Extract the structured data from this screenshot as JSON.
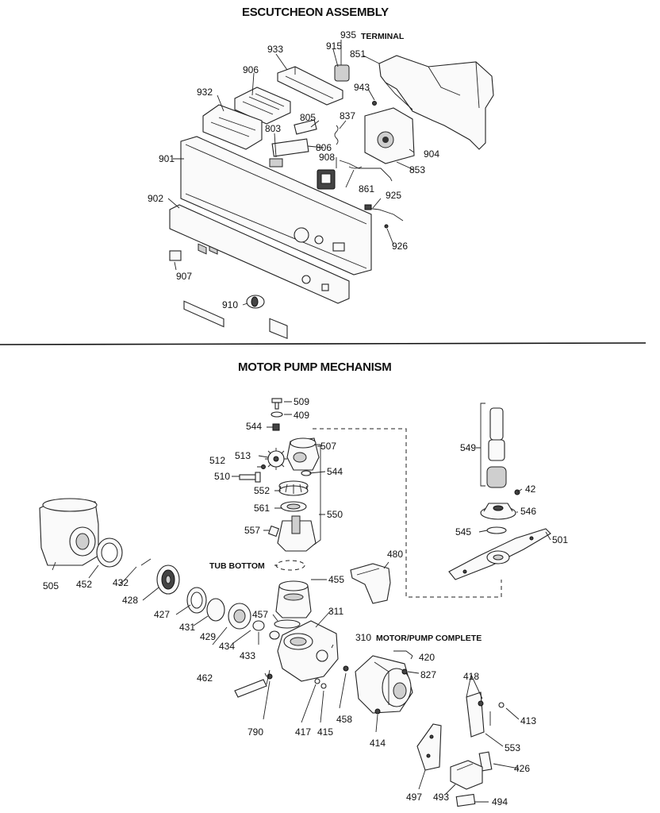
{
  "sections": {
    "escutcheon": {
      "title": "ESCUTCHEON ASSEMBLY",
      "terminal_label": "TERMINAL"
    },
    "motor_pump": {
      "title": "MOTOR PUMP MECHANISM",
      "tub_bottom_label": "TUB BOTTOM",
      "motor_complete_label": "MOTOR/PUMP COMPLETE"
    }
  },
  "parts": {
    "p933": "933",
    "p935": "935",
    "p915": "915",
    "p851": "851",
    "p906": "906",
    "p932": "932",
    "p943": "943",
    "p805": "805",
    "p837": "837",
    "p803": "803",
    "p806": "806",
    "p908": "908",
    "p904": "904",
    "p853": "853",
    "p901": "901",
    "p861": "861",
    "p925": "925",
    "p902": "902",
    "p926": "926",
    "p907": "907",
    "p910": "910",
    "p509": "509",
    "p409": "409",
    "p544a": "544",
    "p507": "507",
    "p513": "513",
    "p512": "512",
    "p544b": "544",
    "p510": "510",
    "p552": "552",
    "p561": "561",
    "p550": "550",
    "p557": "557",
    "p549": "549",
    "p42": "42",
    "p546": "546",
    "p545": "545",
    "p501": "501",
    "p505": "505",
    "p452": "452",
    "p432": "432",
    "p428": "428",
    "p480": "480",
    "p455": "455",
    "p427": "427",
    "p431": "431",
    "p429": "429",
    "p457": "457",
    "p311": "311",
    "p434": "434",
    "p433": "433",
    "p310": "310",
    "p420": "420",
    "p827": "827",
    "p462": "462",
    "p418": "418",
    "p413": "413",
    "p790": "790",
    "p417": "417",
    "p415": "415",
    "p458": "458",
    "p414": "414",
    "p553": "553",
    "p426": "426",
    "p497": "497",
    "p493": "493",
    "p494": "494"
  }
}
